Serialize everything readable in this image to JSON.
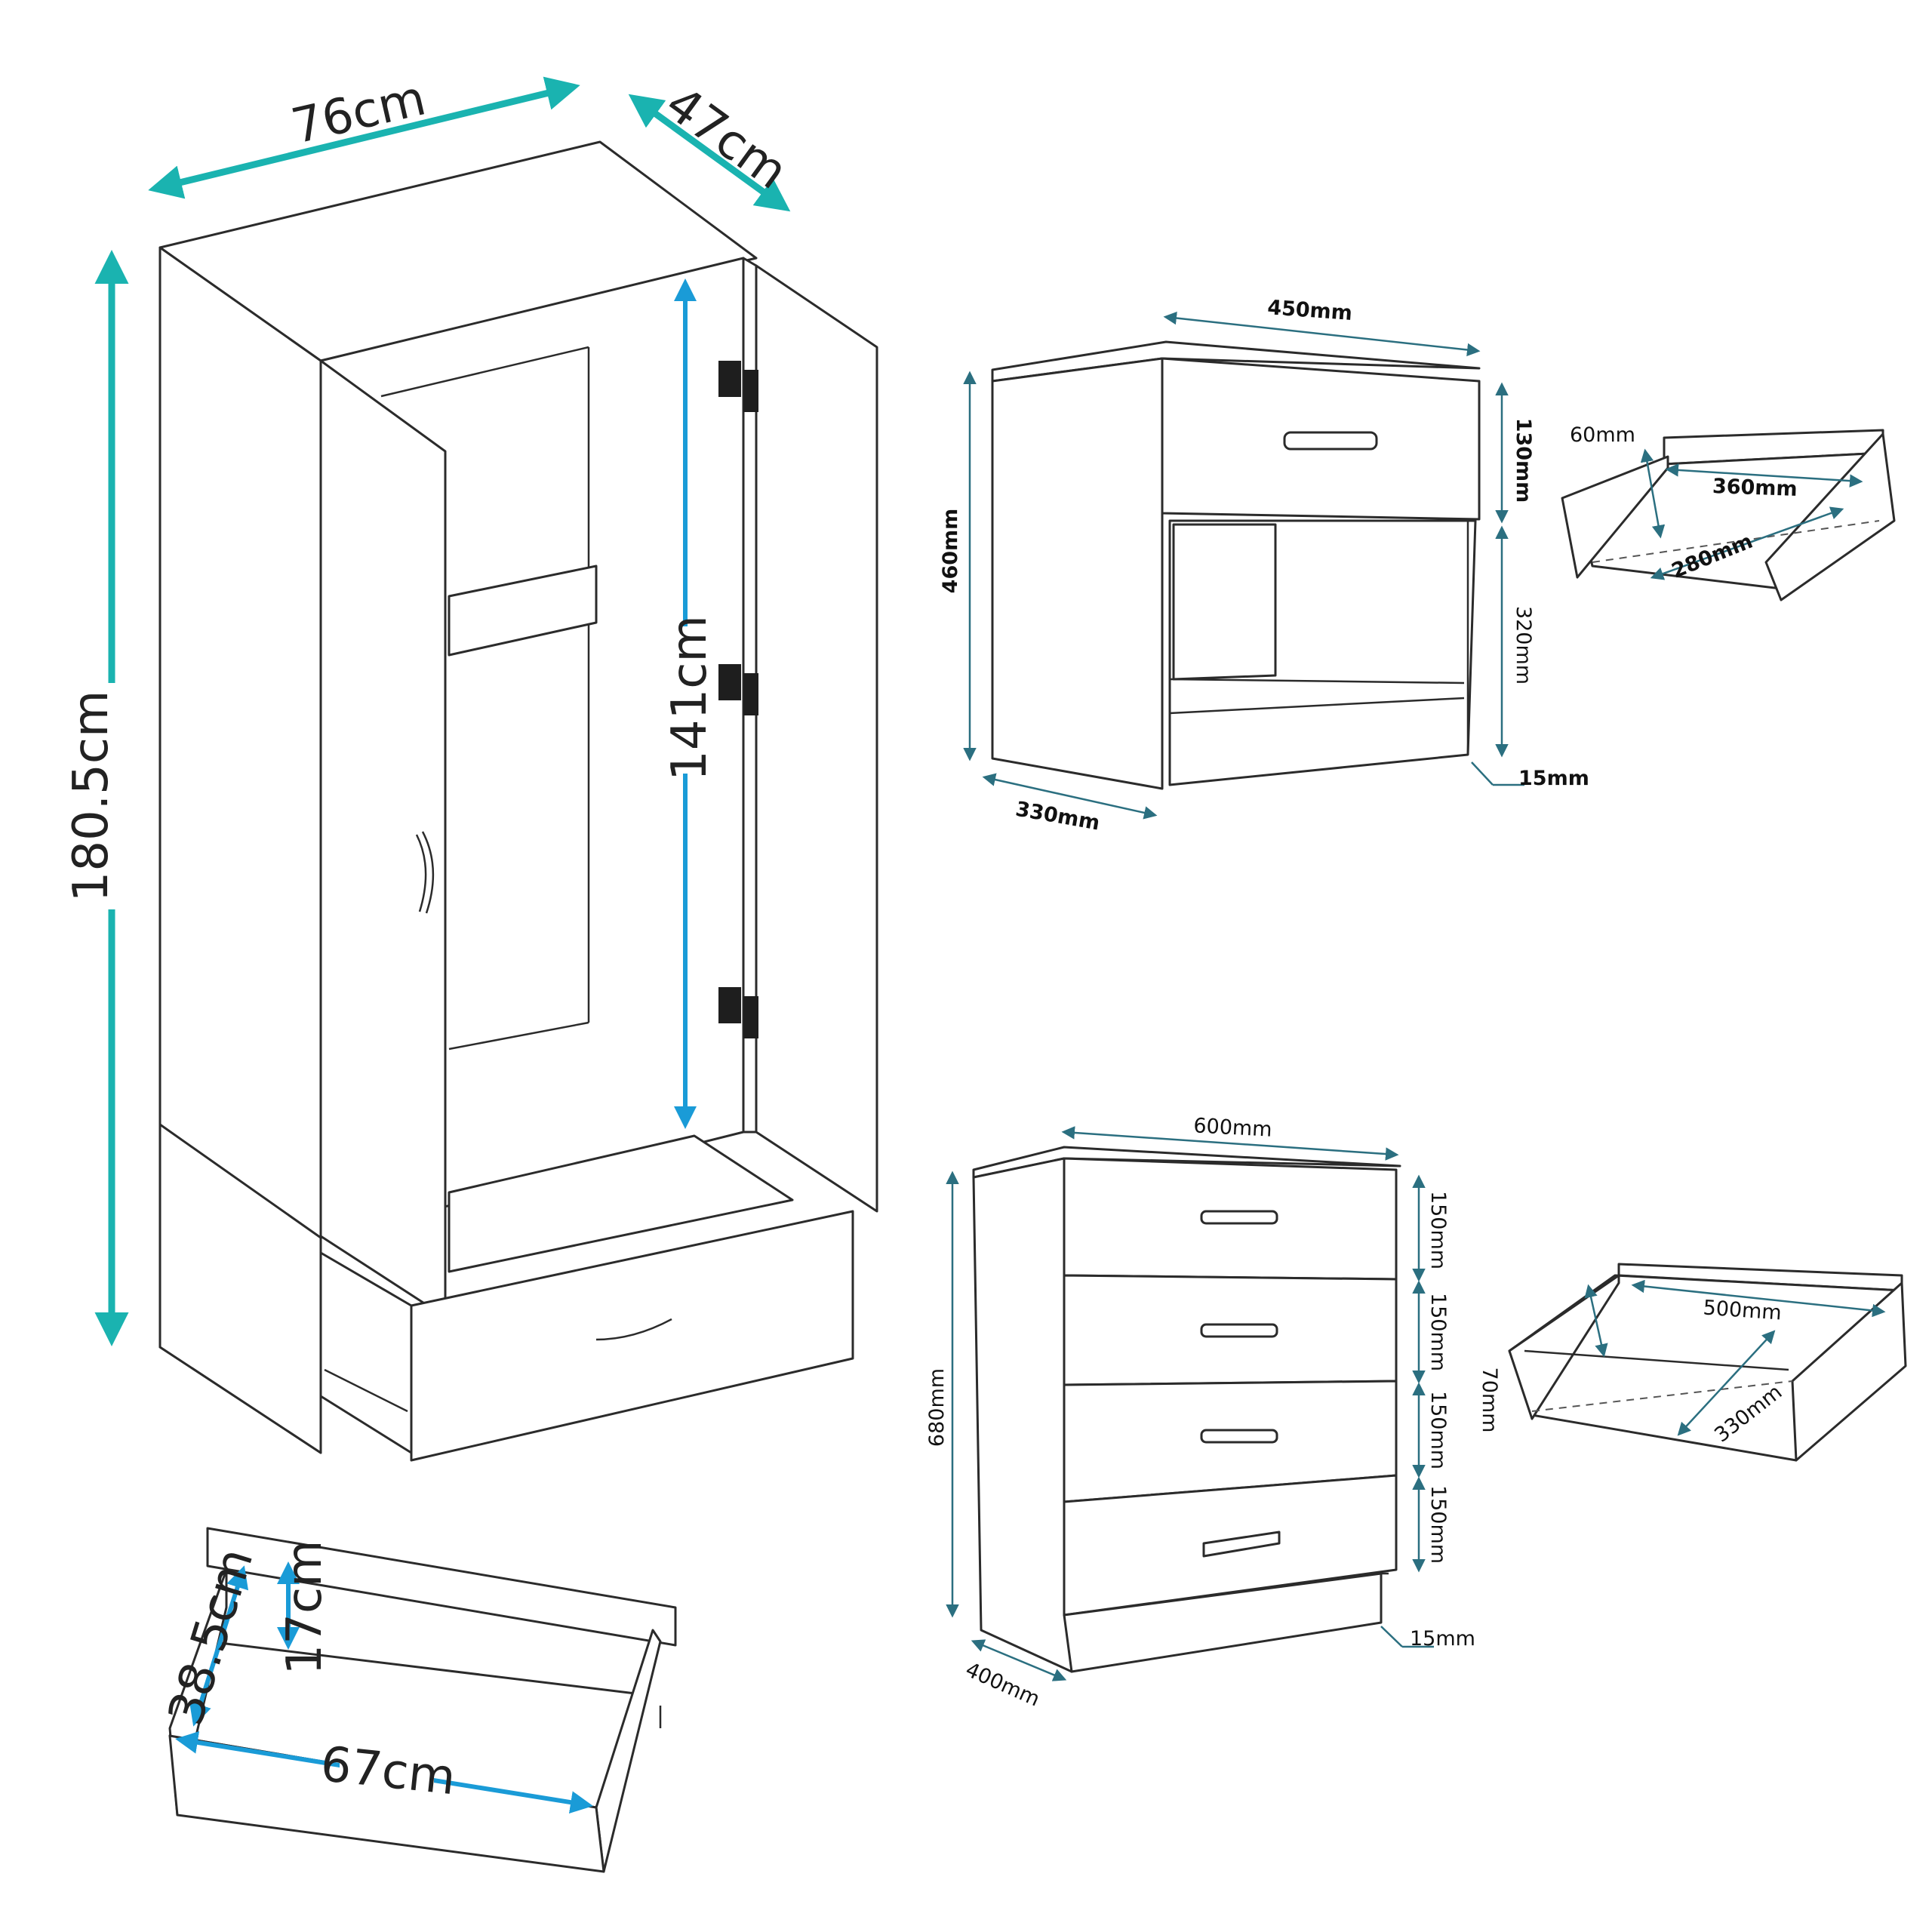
{
  "colors": {
    "teal": "#1ab3b0",
    "blue": "#1a9bd7",
    "navy": "#2b6f80",
    "outline": "#2b2b2b"
  },
  "wardrobe": {
    "width": "76cm",
    "depth": "47cm",
    "height": "180.5cm",
    "hanging": "141cm"
  },
  "wardrobe_drawer": {
    "width": "67cm",
    "depth": "38.5cm",
    "height": "17cm"
  },
  "bedside": {
    "width": "450mm",
    "height": "460mm",
    "depth": "330mm",
    "drawer_front": "130mm",
    "open_shelf": "320mm",
    "plinth": "15mm"
  },
  "bedside_drawer": {
    "height": "60mm",
    "width": "360mm",
    "depth": "280mm"
  },
  "chest": {
    "width": "600mm",
    "height": "680mm",
    "depth": "400mm",
    "drawer_fronts": [
      "150mm",
      "150mm",
      "150mm",
      "150mm"
    ],
    "plinth": "15mm"
  },
  "chest_drawer": {
    "height": "70mm",
    "width": "500mm",
    "depth": "330mm"
  }
}
